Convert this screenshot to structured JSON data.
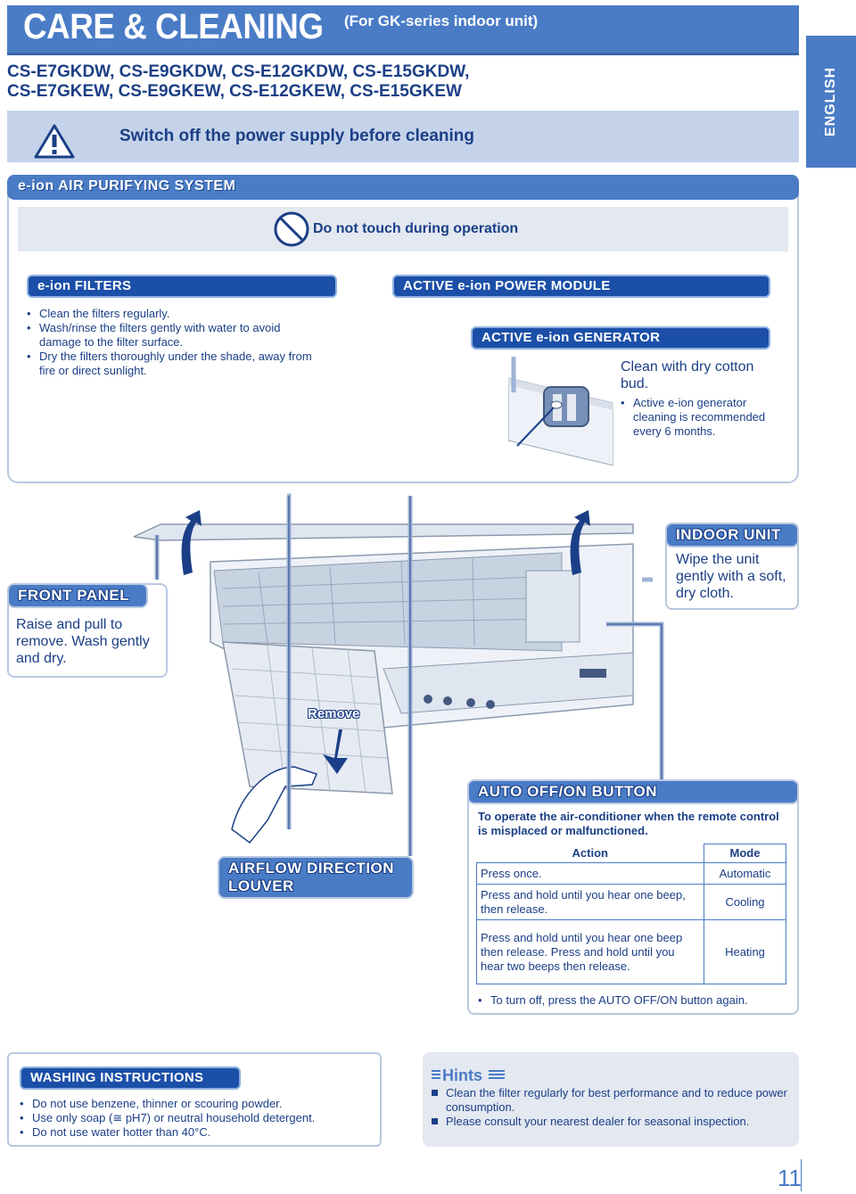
{
  "header": {
    "title": "CARE & CLEANING",
    "subtitle": "(For GK-series indoor unit)"
  },
  "models": {
    "line1": "CS-E7GKDW, CS-E9GKDW, CS-E12GKDW, CS-E15GKDW,",
    "line2": "CS-E7GKEW, CS-E9GKEW, CS-E12GKEW, CS-E15GKEW"
  },
  "language_tab": "ENGLISH",
  "warning": "Switch off the power supply before cleaning",
  "eion_section": {
    "title": "e-ion AIR PURIFYING SYSTEM",
    "no_touch": "Do not touch during operation",
    "filters": {
      "title": "e-ion FILTERS",
      "bullets": [
        "Clean the filters regularly.",
        "Wash/rinse the filters gently with water to avoid damage to the filter surface.",
        "Dry the filters thoroughly under the shade, away from fire or direct sunlight."
      ]
    },
    "power_module": {
      "title": "ACTIVE e-ion POWER MODULE"
    },
    "generator": {
      "title": "ACTIVE e-ion GENERATOR",
      "instruction": "Clean with dry cotton bud.",
      "bullets": [
        "Active e-ion generator cleaning is recommended every 6 months."
      ]
    }
  },
  "front_panel": {
    "title": "FRONT PANEL",
    "text": "Raise and pull to remove. Wash gently and dry."
  },
  "indoor_unit": {
    "title": "INDOOR UNIT",
    "text": "Wipe the unit gently with a soft, dry cloth."
  },
  "remove_label": "Remove",
  "airflow": {
    "title_line1": "AIRFLOW DIRECTION",
    "title_line2": "LOUVER"
  },
  "auto_button": {
    "title": "AUTO OFF/ON BUTTON",
    "intro": "To operate the air-conditioner when the remote control is misplaced or malfunctioned.",
    "headers": {
      "action": "Action",
      "mode": "Mode"
    },
    "rows": [
      {
        "action": "Press once.",
        "mode": "Automatic"
      },
      {
        "action": "Press and hold until you hear one beep, then release.",
        "mode": "Cooling"
      },
      {
        "action": "Press and hold until you hear one beep then release. Press and hold until you hear two beeps then release.",
        "mode": "Heating"
      }
    ],
    "note": "To turn off, press the AUTO OFF/ON button again."
  },
  "washing": {
    "title": "WASHING INSTRUCTIONS",
    "bullets": [
      "Do not use benzene, thinner or scouring powder.",
      "Use only soap (≅ pH7) or neutral household detergent.",
      "Do not use water hotter than 40°C."
    ]
  },
  "hints": {
    "title": "Hints",
    "bullets": [
      "Clean the filter regularly for best performance and to reduce power consumption.",
      "Please consult your nearest dealer for seasonal inspection."
    ]
  },
  "page_number": "11",
  "colors": {
    "primary": "#4a7cc6",
    "dark": "#1b3f86",
    "light_band": "#c5d3ea"
  }
}
